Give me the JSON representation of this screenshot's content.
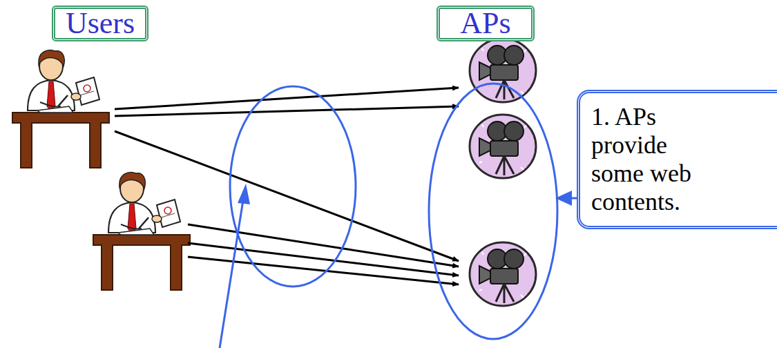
{
  "diagram": {
    "nodes": [
      {
        "text": [
          "Users"
        ]
      },
      {
        "text": [
          "APs"
        ]
      },
      {
        "text": [
          "1. APs provide some web contents."
        ]
      }
    ]
  }
}
